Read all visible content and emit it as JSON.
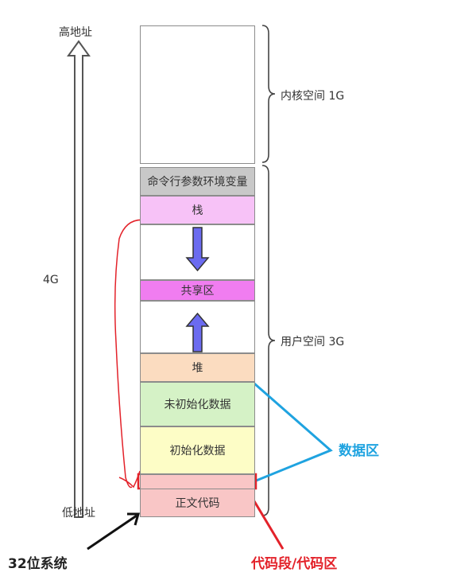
{
  "axis": {
    "top_label": "高地址",
    "bottom_label": "低地址",
    "size_label": "4G"
  },
  "segments": [
    {
      "id": "kernel",
      "label": "",
      "color": "#ffffff"
    },
    {
      "id": "cmdline",
      "label": "命令行参数环境变量",
      "color": "#c8c8c8"
    },
    {
      "id": "stack",
      "label": "栈",
      "color": "#f7c2f7"
    },
    {
      "id": "gap1",
      "label": "",
      "color": "#ffffff"
    },
    {
      "id": "shared",
      "label": "共享区",
      "color": "#f07df0"
    },
    {
      "id": "gap2",
      "label": "",
      "color": "#ffffff"
    },
    {
      "id": "heap",
      "label": "堆",
      "color": "#fbdcc0"
    },
    {
      "id": "bss",
      "label": "未初始化数据",
      "color": "#d5f2c6"
    },
    {
      "id": "data",
      "label": "初始化数据",
      "color": "#fdfdc6"
    },
    {
      "id": "text",
      "label": "正文代码",
      "color": "#f9c6c6"
    }
  ],
  "braces": {
    "kernel": "内核空间 1G",
    "user": "用户空间 3G"
  },
  "annotations": {
    "data_area": "数据区",
    "code_area": "代码段/代码区",
    "system": "32位系统"
  },
  "colors": {
    "arrow_fill": "#6b6bf0",
    "annotation_blue": "#1fa3e0",
    "annotation_red": "#e3222a",
    "system_text": "#222222"
  }
}
